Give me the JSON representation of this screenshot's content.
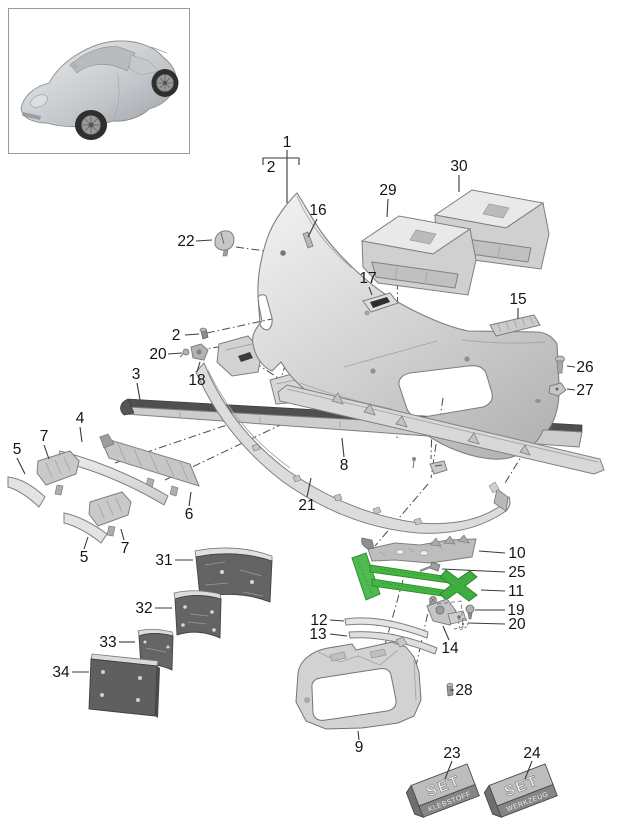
{
  "diagram": {
    "selected_callout": "11",
    "colors": {
      "highlight_green": "#3fae3f",
      "part_fill": "#d6d6d6",
      "part_stroke": "#7f7f7f",
      "dark_plate": "#636363",
      "label_text": "#141414",
      "background": "#ffffff"
    },
    "callouts": [
      {
        "key": "1",
        "label": "1"
      },
      {
        "key": "2-a",
        "label": "2"
      },
      {
        "key": "16",
        "label": "16"
      },
      {
        "key": "22",
        "label": "22"
      },
      {
        "key": "29",
        "label": "29"
      },
      {
        "key": "30",
        "label": "30"
      },
      {
        "key": "17",
        "label": "17"
      },
      {
        "key": "15",
        "label": "15"
      },
      {
        "key": "2-b",
        "label": "2"
      },
      {
        "key": "20-a",
        "label": "20"
      },
      {
        "key": "18",
        "label": "18"
      },
      {
        "key": "3",
        "label": "3"
      },
      {
        "key": "26",
        "label": "26"
      },
      {
        "key": "27",
        "label": "27"
      },
      {
        "key": "4",
        "label": "4"
      },
      {
        "key": "7-a",
        "label": "7"
      },
      {
        "key": "5-a",
        "label": "5"
      },
      {
        "key": "6",
        "label": "6"
      },
      {
        "key": "8",
        "label": "8"
      },
      {
        "key": "21",
        "label": "21"
      },
      {
        "key": "7-b",
        "label": "7"
      },
      {
        "key": "5-b",
        "label": "5"
      },
      {
        "key": "31",
        "label": "31"
      },
      {
        "key": "10",
        "label": "10"
      },
      {
        "key": "25",
        "label": "25"
      },
      {
        "key": "11",
        "label": "11"
      },
      {
        "key": "19",
        "label": "19"
      },
      {
        "key": "20-b",
        "label": "20"
      },
      {
        "key": "32",
        "label": "32"
      },
      {
        "key": "12",
        "label": "12"
      },
      {
        "key": "13",
        "label": "13"
      },
      {
        "key": "14",
        "label": "14"
      },
      {
        "key": "33",
        "label": "33"
      },
      {
        "key": "34",
        "label": "34"
      },
      {
        "key": "28",
        "label": "28"
      },
      {
        "key": "9",
        "label": "9"
      },
      {
        "key": "23",
        "label": "23"
      },
      {
        "key": "24",
        "label": "24"
      }
    ],
    "set_kits": [
      {
        "callout": "23",
        "top_label": "SET",
        "side_label": "KLEBSTOFF"
      },
      {
        "callout": "24",
        "top_label": "SET",
        "side_label": "WERKZEUG"
      }
    ]
  }
}
